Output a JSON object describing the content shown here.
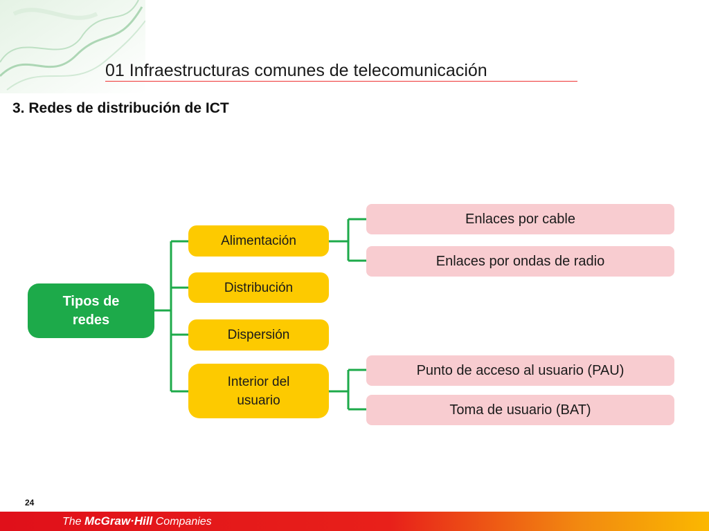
{
  "header": {
    "title": "01  Infraestructuras comunes de telecomunicación",
    "subtitle": "3. Redes de distribución de ICT"
  },
  "diagram": {
    "root": {
      "label": "Tipos de redes"
    },
    "branches": [
      {
        "label": "Alimentación",
        "children": [
          "Enlaces por cable",
          "Enlaces por ondas de radio"
        ]
      },
      {
        "label": "Distribución",
        "children": []
      },
      {
        "label": "Dispersión",
        "children": []
      },
      {
        "label": "Interior del usuario",
        "children": [
          "Punto de acceso al usuario (PAU)",
          "Toma de usuario (BAT)"
        ]
      }
    ]
  },
  "footer": {
    "page_number": "24",
    "logo_prefix": "The",
    "logo_brand": "McGraw·Hill",
    "logo_suffix": "Companies"
  },
  "colors": {
    "root": "#1daa4a",
    "branch": "#fdca00",
    "leaf": "#f8ccd0",
    "connector": "#1daa4a",
    "footer_start": "#e0101a",
    "footer_end": "#fbb800"
  }
}
